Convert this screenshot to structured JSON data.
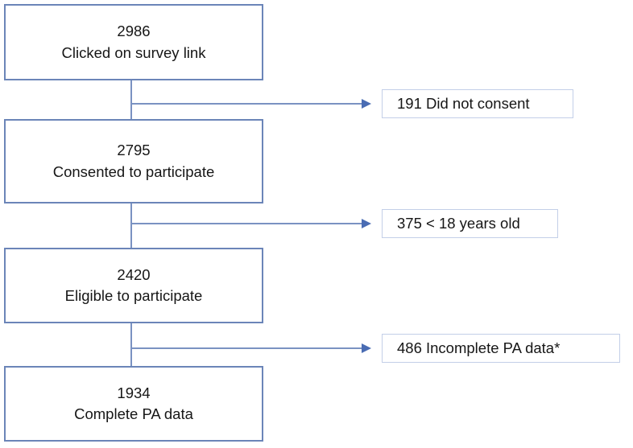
{
  "diagram": {
    "type": "participant-flow-chart",
    "colors": {
      "main_box_border": "#6b85b8",
      "side_box_border": "#c3cfe8",
      "connector": "#7a92c2",
      "arrow_head": "#4a6cb3",
      "text": "#161616",
      "background": "#ffffff"
    },
    "main_nodes": [
      {
        "count": "2986",
        "label": "Clicked on survey link"
      },
      {
        "count": "2795",
        "label": "Consented to participate"
      },
      {
        "count": "2420",
        "label": "Eligible to participate"
      },
      {
        "count": "1934",
        "label": "Complete PA data"
      }
    ],
    "exclusion_nodes": [
      {
        "text": "191 Did not consent"
      },
      {
        "text": "375 < 18 years old"
      },
      {
        "text": "486 Incomplete PA data*"
      }
    ]
  }
}
